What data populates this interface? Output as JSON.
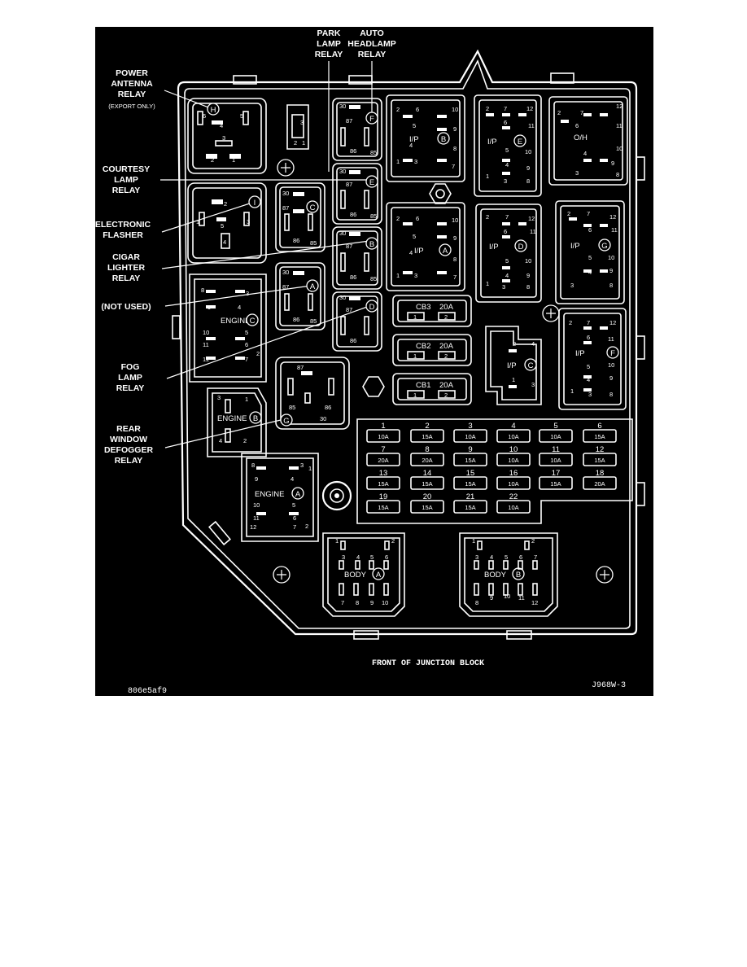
{
  "labels": {
    "park_lamp_relay": [
      "PARK",
      "LAMP",
      "RELAY"
    ],
    "auto_headlamp_relay": [
      "AUTO",
      "HEADLAMP",
      "RELAY"
    ],
    "power_antenna_relay": [
      "POWER",
      "ANTENNA",
      "RELAY"
    ],
    "export_only": "(EXPORT ONLY)",
    "courtesy_lamp_relay": [
      "COURTESY",
      "LAMP",
      "RELAY"
    ],
    "electronic_flasher": [
      "ELECTRONIC",
      "FLASHER"
    ],
    "cigar_lighter_relay": [
      "CIGAR",
      "LIGHTER",
      "RELAY"
    ],
    "not_used": "(NOT USED)",
    "fog_lamp_relay": [
      "FOG",
      "LAMP",
      "RELAY"
    ],
    "rear_window_defogger_relay": [
      "REAR",
      "WINDOW",
      "DEFOGGER",
      "RELAY"
    ]
  },
  "caption": "FRONT OF JUNCTION BLOCK",
  "figure_id": "J968W-3",
  "image_code": "806e5af9",
  "connectors": {
    "ip_b": "I/P",
    "ip_b_letter": "B",
    "ip_e": "I/P",
    "ip_e_letter": "E",
    "oh": "O/H",
    "ip_a": "I/P",
    "ip_a_letter": "A",
    "ip_d": "I/P",
    "ip_d_letter": "D",
    "ip_g": "I/P",
    "ip_g_letter": "G",
    "ip_c": "I/P",
    "ip_c_letter": "C",
    "ip_f": "I/P",
    "ip_f_letter": "F",
    "engine_c": "ENGINE",
    "engine_c_letter": "C",
    "engine_b": "ENGINE",
    "engine_b_letter": "B",
    "engine_a": "ENGINE",
    "engine_a_letter": "A",
    "body_a": "BODY",
    "body_a_letter": "A",
    "body_b": "BODY",
    "body_b_letter": "B"
  },
  "relays": {
    "h": "H",
    "i": "I",
    "a": "A",
    "c": "C",
    "f": "F",
    "e": "E",
    "b": "B",
    "d": "D",
    "g": "G"
  },
  "circuit_breakers": [
    {
      "name": "CB3",
      "rating": "20A",
      "t1": "1",
      "t2": "2"
    },
    {
      "name": "CB2",
      "rating": "20A",
      "t1": "1",
      "t2": "2"
    },
    {
      "name": "CB1",
      "rating": "20A",
      "t1": "1",
      "t2": "2"
    }
  ],
  "fuses": [
    {
      "num": "1",
      "amp": "10A"
    },
    {
      "num": "2",
      "amp": "15A"
    },
    {
      "num": "3",
      "amp": "10A"
    },
    {
      "num": "4",
      "amp": "10A"
    },
    {
      "num": "5",
      "amp": "10A"
    },
    {
      "num": "6",
      "amp": "15A"
    },
    {
      "num": "7",
      "amp": "20A"
    },
    {
      "num": "8",
      "amp": "20A"
    },
    {
      "num": "9",
      "amp": "15A"
    },
    {
      "num": "10",
      "amp": "10A"
    },
    {
      "num": "11",
      "amp": "10A"
    },
    {
      "num": "12",
      "amp": "15A"
    },
    {
      "num": "13",
      "amp": "15A"
    },
    {
      "num": "14",
      "amp": "15A"
    },
    {
      "num": "15",
      "amp": "15A"
    },
    {
      "num": "16",
      "amp": "10A"
    },
    {
      "num": "17",
      "amp": "15A"
    },
    {
      "num": "18",
      "amp": "20A"
    },
    {
      "num": "19",
      "amp": "15A"
    },
    {
      "num": "20",
      "amp": "15A"
    },
    {
      "num": "21",
      "amp": "15A"
    },
    {
      "num": "22",
      "amp": "10A"
    }
  ],
  "relay_pins": {
    "p30": "30",
    "p87": "87",
    "p86": "86",
    "p85": "85"
  },
  "colors": {
    "background": "#000000",
    "line": "#ffffff",
    "page": "#ffffff"
  }
}
